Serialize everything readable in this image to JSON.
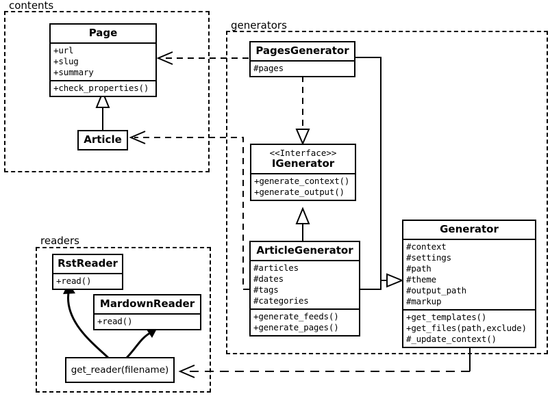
{
  "diagram": {
    "type": "uml-class-diagram",
    "packages": [
      {
        "id": "contents",
        "label": "contents"
      },
      {
        "id": "generators",
        "label": "generators"
      },
      {
        "id": "readers",
        "label": "readers"
      }
    ],
    "classes": [
      {
        "id": "page",
        "name": "Page",
        "stereotype": "",
        "attributes": [
          "+url",
          "+slug",
          "+summary"
        ],
        "methods": [
          "+check_properties()"
        ]
      },
      {
        "id": "article",
        "name": "Article",
        "stereotype": "",
        "attributes": [],
        "methods": []
      },
      {
        "id": "pages_generator",
        "name": "PagesGenerator",
        "stereotype": "",
        "attributes": [
          "#pages"
        ],
        "methods": []
      },
      {
        "id": "igenerator",
        "name": "IGenerator",
        "stereotype": "<<Interface>>",
        "attributes": [],
        "methods": [
          "+generate_context()",
          "+generate_output()"
        ]
      },
      {
        "id": "article_generator",
        "name": "ArticleGenerator",
        "stereotype": "",
        "attributes": [
          "#articles",
          "#dates",
          "#tags",
          "#categories"
        ],
        "methods": [
          "+generate_feeds()",
          "+generate_pages()"
        ]
      },
      {
        "id": "generator",
        "name": "Generator",
        "stereotype": "",
        "attributes": [
          "#context",
          "#settings",
          "#path",
          "#theme",
          "#output_path",
          "#markup"
        ],
        "methods": [
          "+get_templates()",
          "+get_files(path,exclude)",
          "#_update_context()"
        ]
      },
      {
        "id": "rst_reader",
        "name": "RstReader",
        "stereotype": "",
        "attributes": [],
        "methods": [
          "+read()"
        ]
      },
      {
        "id": "mardown_reader",
        "name": "MardownReader",
        "stereotype": "",
        "attributes": [],
        "methods": [
          "+read()"
        ]
      }
    ],
    "functions": [
      {
        "id": "get_reader",
        "label": "get_reader(filename)"
      }
    ],
    "relationships": [
      {
        "from": "article",
        "to": "page",
        "type": "generalization"
      },
      {
        "from": "pages_generator",
        "to": "igenerator",
        "type": "realization"
      },
      {
        "from": "article_generator",
        "to": "igenerator",
        "type": "generalization"
      },
      {
        "from": "pages_generator",
        "to": "generator",
        "type": "generalization"
      },
      {
        "from": "article_generator",
        "to": "generator",
        "type": "generalization"
      },
      {
        "from": "pages_generator",
        "to": "page",
        "type": "dependency"
      },
      {
        "from": "article_generator",
        "to": "article",
        "type": "dependency"
      },
      {
        "from": "generator",
        "to": "get_reader",
        "type": "dependency"
      },
      {
        "from": "get_reader",
        "to": "rst_reader",
        "type": "creates"
      },
      {
        "from": "get_reader",
        "to": "mardown_reader",
        "type": "creates"
      }
    ],
    "colors": {
      "stroke": "#000000",
      "fill": "#ffffff"
    }
  }
}
